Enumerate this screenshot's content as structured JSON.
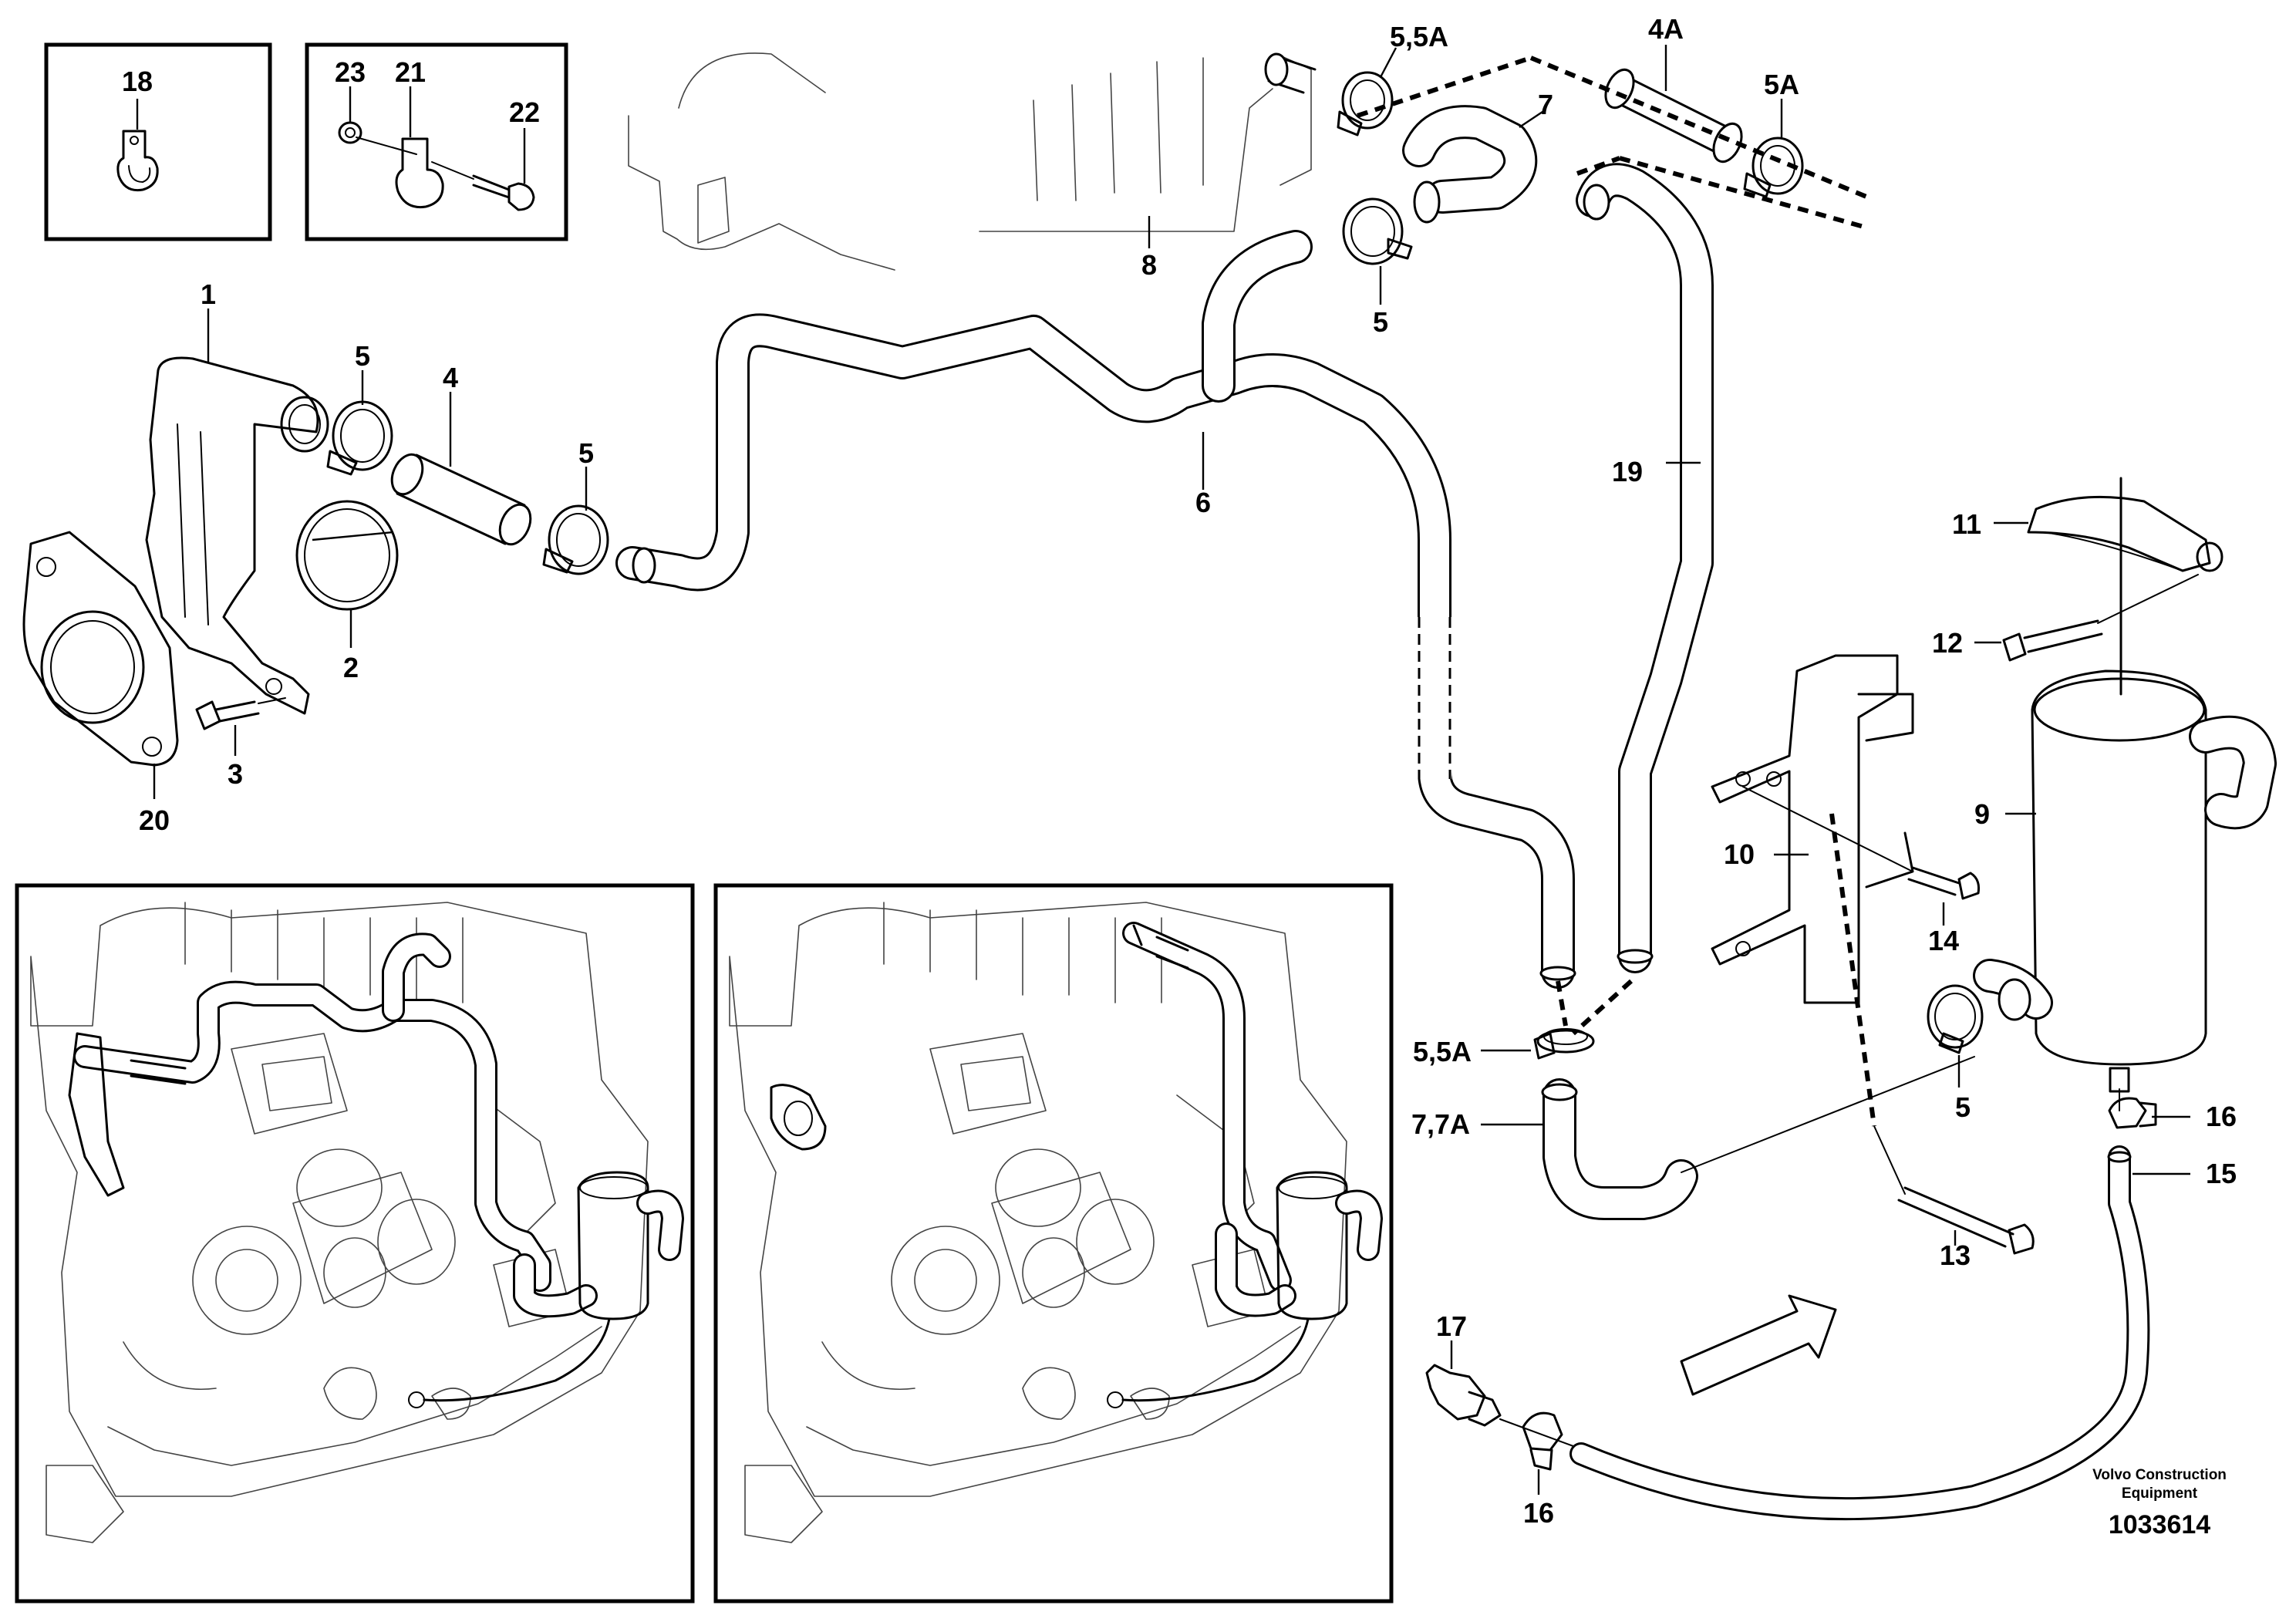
{
  "callouts": {
    "c18": "18",
    "c23": "23",
    "c21": "21",
    "c22": "22",
    "c1": "1",
    "c5a": "5",
    "c4": "4",
    "c5b": "5",
    "c2": "2",
    "c3": "3",
    "c20": "20",
    "c6": "6",
    "c8": "8",
    "c55a_top": "5,5A",
    "c7_top": "7",
    "c5_top": "5",
    "c4a": "4A",
    "c5a_top": "5A",
    "c19": "19",
    "c11": "11",
    "c12": "12",
    "c9": "9",
    "c10": "10",
    "c14": "14",
    "c55a_mid": "5,5A",
    "c77a": "7,7A",
    "c5_mid": "5",
    "c16_right": "16",
    "c15": "15",
    "c13": "13",
    "c17": "17",
    "c16_bottom": "16"
  },
  "footer": {
    "manufacturer_line1": "Volvo Construction",
    "manufacturer_line2": "Equipment",
    "drawing_number": "1033614"
  },
  "icons": [
    "arrow-icon"
  ]
}
